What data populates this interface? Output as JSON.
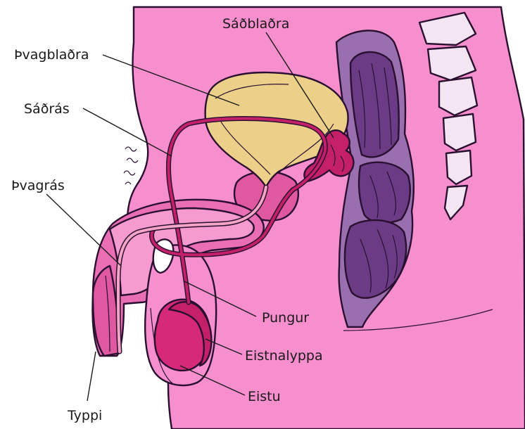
{
  "labels": {
    "seminal_vesicle": "Sáðblaðra",
    "bladder": "Þvagblaðra",
    "vas_deferens": "Sáðrás",
    "urethra": "Þvagrás",
    "scrotum": "Pungur",
    "epididymis": "Eistnalyppa",
    "testis": "Eistu",
    "penis": "Typpi"
  },
  "colors": {
    "body": "#f78fcf",
    "bladder": "#ecd08a",
    "colon": "#6b3b86",
    "spine": "#f3e6f2",
    "testis": "#d7297a",
    "tube": "#c4206a",
    "penis": "#ea6eb4"
  }
}
